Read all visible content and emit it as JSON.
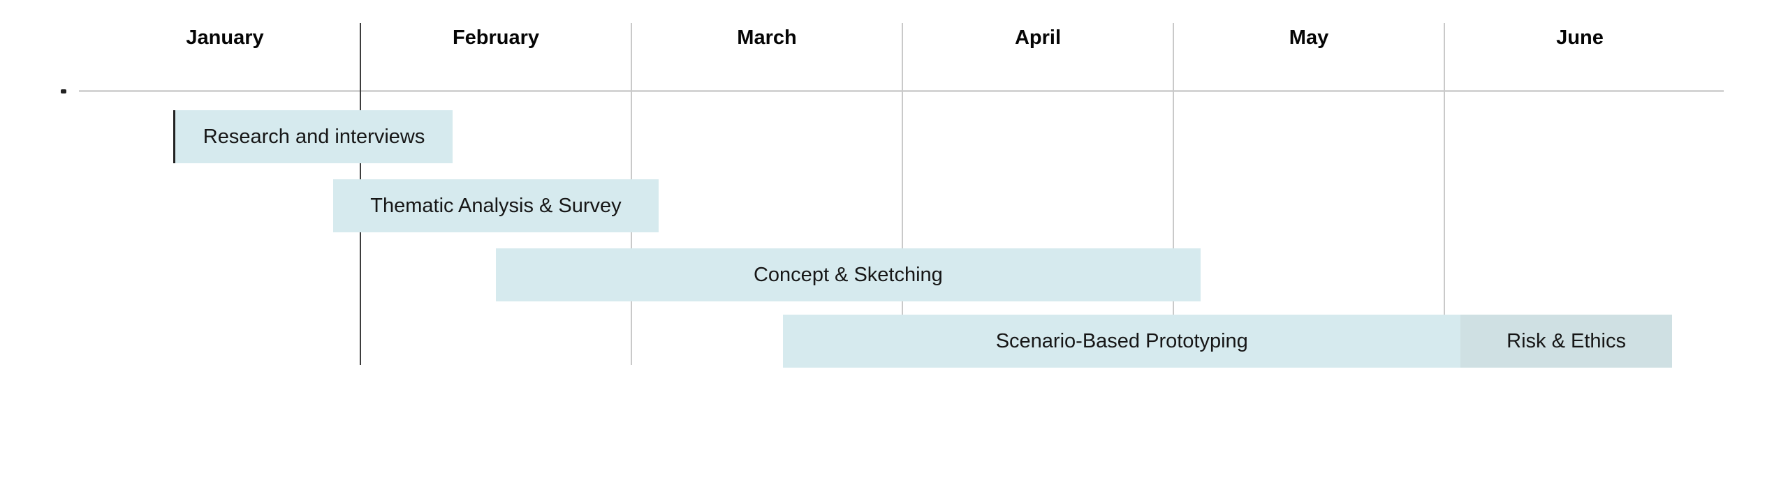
{
  "chart_data": {
    "type": "bar",
    "subtype": "gantt-timeline",
    "title": "",
    "xlabel": "",
    "ylabel": "",
    "grid": true,
    "legend": null,
    "x_axis": {
      "unit": "month",
      "categories": [
        "January",
        "February",
        "March",
        "April",
        "May",
        "June"
      ],
      "range": [
        0,
        6
      ],
      "gridlines_at_month_boundaries": [
        1,
        2,
        3,
        4,
        5
      ],
      "emphasized_gridline": 1,
      "origin_tick_label": "."
    },
    "tasks": [
      {
        "label": "Research and interviews",
        "row": 0,
        "start": 0.31,
        "end": 1.34,
        "style": "primary",
        "left_edge_marker": true
      },
      {
        "label": "Thematic Analysis & Survey",
        "row": 1,
        "start": 0.9,
        "end": 2.1,
        "style": "primary",
        "left_edge_marker": false
      },
      {
        "label": "Concept & Sketching",
        "row": 2,
        "start": 1.5,
        "end": 4.1,
        "style": "primary",
        "left_edge_marker": false
      },
      {
        "label": "Scenario-Based Prototyping",
        "row": 3,
        "start": 2.56,
        "end": 5.06,
        "style": "primary",
        "left_edge_marker": false
      },
      {
        "label": "Risk & Ethics",
        "row": 3,
        "start": 5.06,
        "end": 5.84,
        "style": "secondary",
        "left_edge_marker": false
      }
    ],
    "colors": {
      "bar_primary": "#d6eaee",
      "bar_secondary": "#cfe0e3",
      "grid_light": "#c9c9c9",
      "grid_dark": "#3d3d3d",
      "axis_line": "#d4d4d4",
      "marker": "#222222",
      "text": "#161616",
      "header_text": "#050505",
      "background": "#ffffff"
    }
  }
}
